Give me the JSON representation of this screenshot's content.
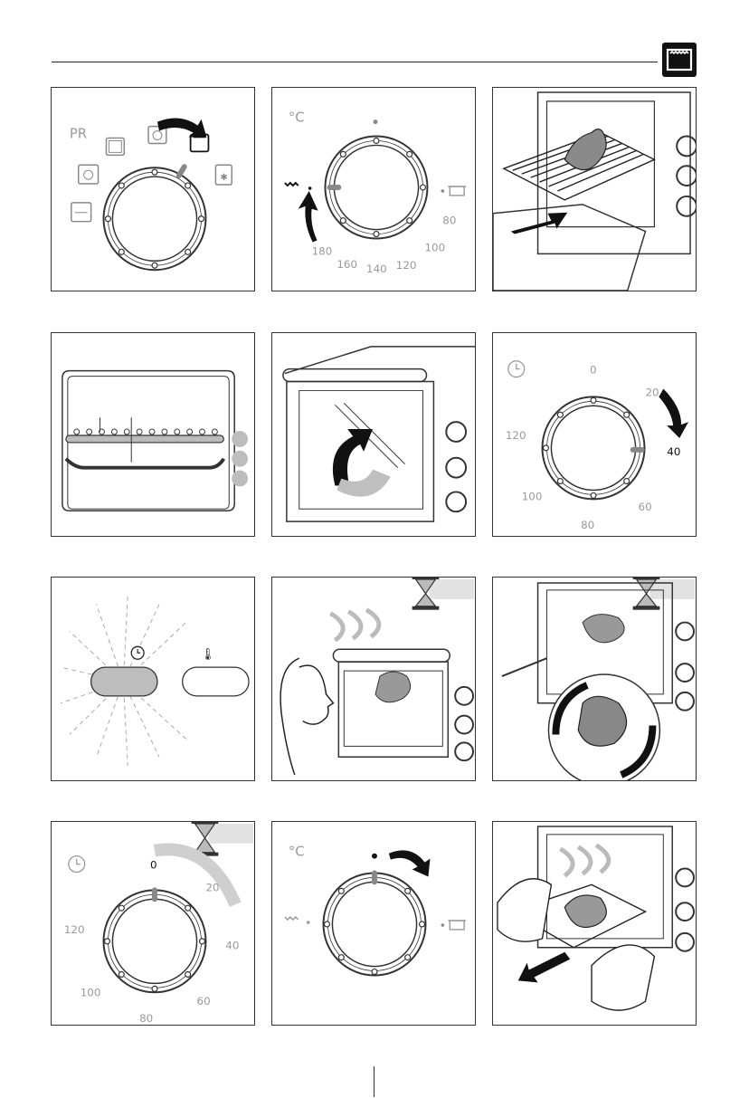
{
  "colors": {
    "line": "#333333",
    "muted": "#9a9a9a",
    "grey_fill": "#c9c9c9",
    "arrow": "#111111"
  },
  "panel1": {
    "mode_label": "PR"
  },
  "panel2": {
    "unit_label": "°C",
    "scale": [
      "80",
      "100",
      "120",
      "140",
      "160",
      "180"
    ]
  },
  "panel6": {
    "scale": [
      "0",
      "20",
      "40",
      "60",
      "80",
      "100",
      "120"
    ]
  },
  "panel10": {
    "scale": [
      "0",
      "20",
      "40",
      "60",
      "80",
      "100",
      "120"
    ]
  },
  "panel11": {
    "unit_label": "°C"
  }
}
